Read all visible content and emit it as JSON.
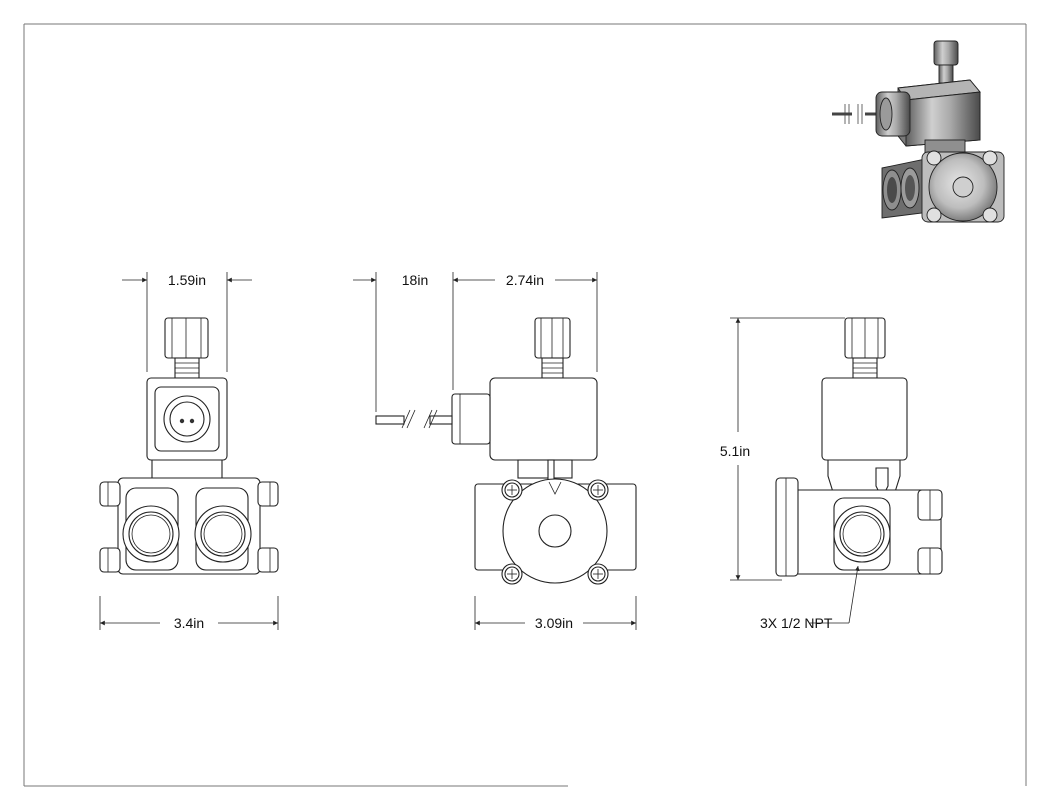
{
  "dimensions": {
    "width_top_front": "1.59in",
    "wire_length": "18in",
    "width_top_side": "2.74in",
    "height_total": "5.1in",
    "width_bottom_front": "3.4in",
    "width_bottom_side": "3.09in"
  },
  "callouts": {
    "ports": "3X 1/2 NPT"
  },
  "views": [
    "front-view",
    "side-view",
    "rear-view",
    "isometric-view"
  ]
}
